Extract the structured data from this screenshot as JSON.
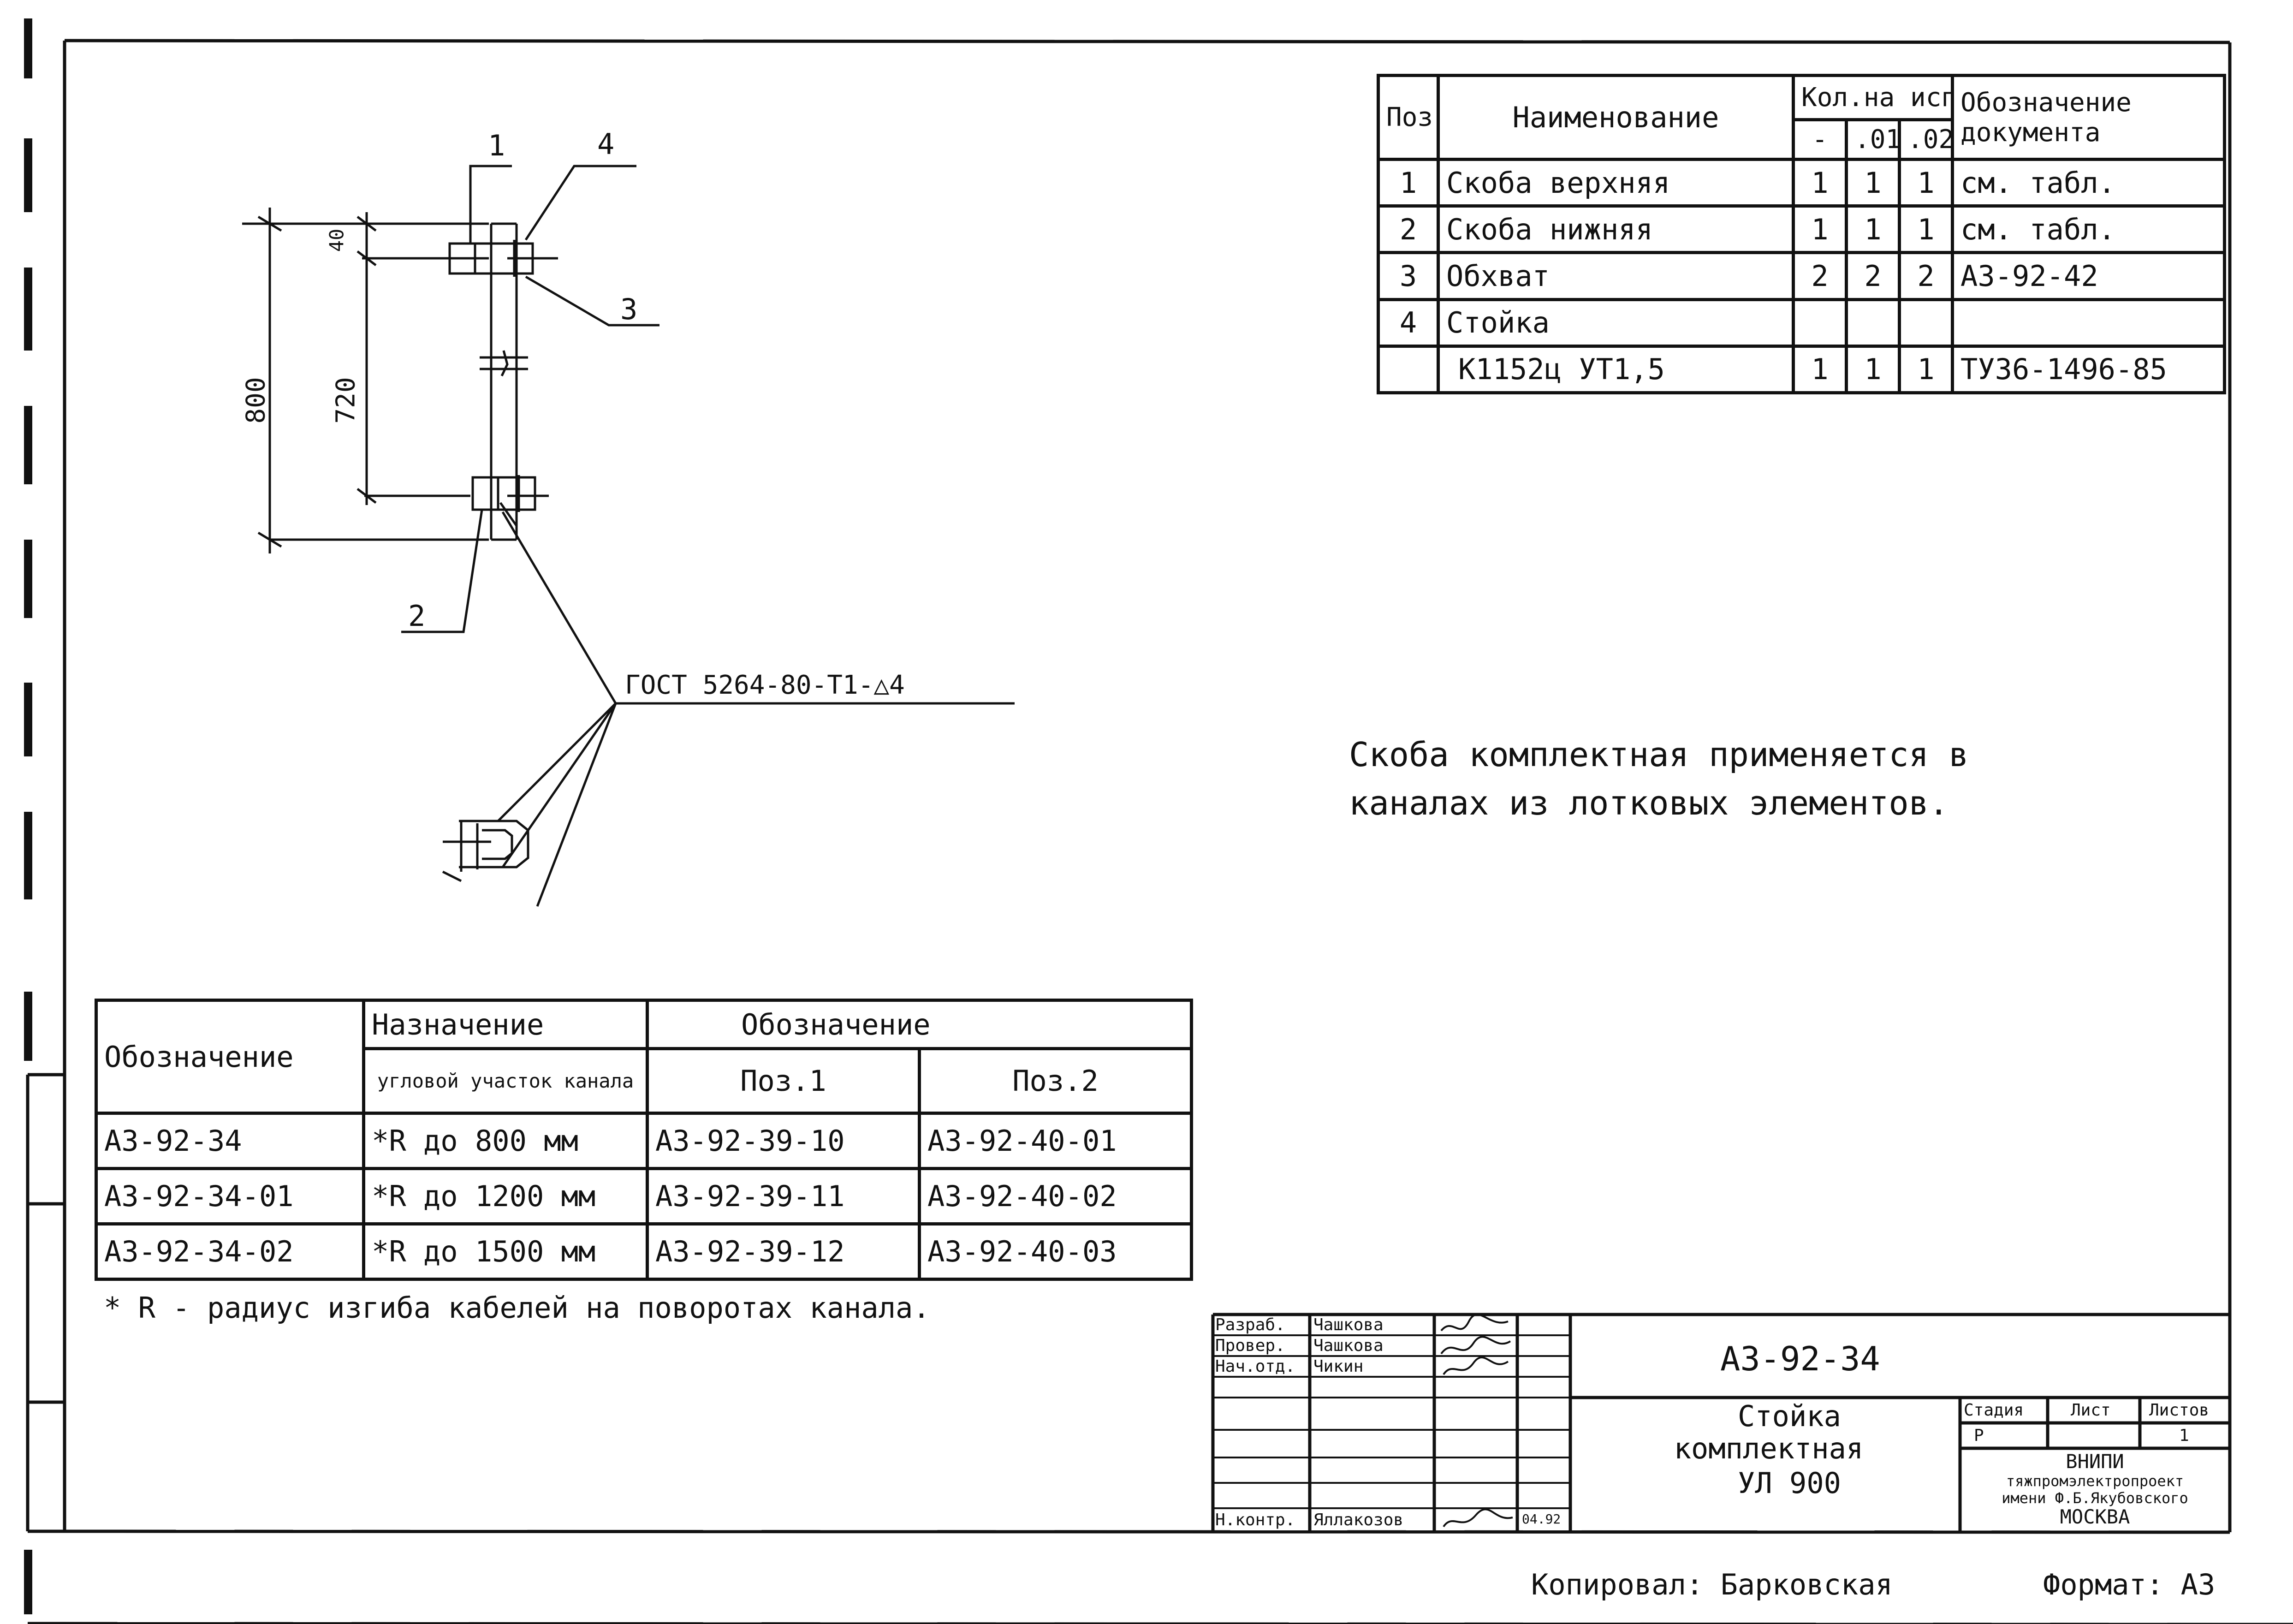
{
  "drawing": {
    "callout_1": "1",
    "callout_2": "2",
    "callout_3": "3",
    "callout_4": "4",
    "dim_40": "40",
    "dim_720": "720",
    "dim_800": "800",
    "weld_note": "ГОСТ 5264-80-Т1-△4"
  },
  "note_text_line1": "Скоба комплектная применяется в",
  "note_text_line2": "каналах из лотковых элементов.",
  "spec": {
    "headers": {
      "pos": "Поз.",
      "name": "Наименование",
      "qty": "Кол.на исп.",
      "qty_cols": [
        "-",
        ".01",
        ".02"
      ],
      "doc_line1": "Обозначение",
      "doc_line2": "документа"
    },
    "rows": [
      {
        "pos": "1",
        "name": "Скоба верхняя",
        "q1": "1",
        "q2": "1",
        "q3": "1",
        "doc": "см. табл."
      },
      {
        "pos": "2",
        "name": "Скоба нижняя",
        "q1": "1",
        "q2": "1",
        "q3": "1",
        "doc": "см. табл."
      },
      {
        "pos": "3",
        "name": "Обхват",
        "q1": "2",
        "q2": "2",
        "q3": "2",
        "doc": "А3-92-42"
      },
      {
        "pos": "4",
        "name": "Стойка",
        "q1": "",
        "q2": "",
        "q3": "",
        "doc": ""
      },
      {
        "pos": "",
        "name": "К1152ц УТ1,5",
        "q1": "1",
        "q2": "1",
        "q3": "1",
        "doc": "ТУ36-1496-85"
      }
    ]
  },
  "variants": {
    "headers": {
      "designation": "Обозначение",
      "purpose": "Назначение",
      "purpose_sub": "угловой участок канала",
      "designation2": "Обозначение",
      "pos1": "Поз.1",
      "pos2": "Поз.2"
    },
    "rows": [
      {
        "designation": "А3-92-34",
        "purpose": "*R до 800 мм",
        "pos1": "А3-92-39-10",
        "pos2": "А3-92-40-01"
      },
      {
        "designation": "А3-92-34-01",
        "purpose": "*R до 1200 мм",
        "pos1": "А3-92-39-11",
        "pos2": "А3-92-40-02"
      },
      {
        "designation": "А3-92-34-02",
        "purpose": "*R до 1500 мм",
        "pos1": "А3-92-39-12",
        "pos2": "А3-92-40-03"
      }
    ],
    "footnote": "* R - радиус изгиба кабелей на поворотах канала."
  },
  "title_block": {
    "sign_rows": [
      {
        "role": "Разраб.",
        "name": "Чашкова"
      },
      {
        "role": "Провер.",
        "name": "Чашкова"
      },
      {
        "role": "Нач.отд.",
        "name": "Чикин"
      },
      {
        "role": "Н.контр.",
        "name": "Яллакозов"
      }
    ],
    "date": "04.92",
    "doc_number": "А3-92-34",
    "title_line1": "Стойка",
    "title_line2": "комплектная",
    "title_line3": "УЛ 900",
    "stage_label": "Стадия",
    "sheet_label": "Лист",
    "sheets_label": "Листов",
    "stage_value": "Р",
    "sheets_value": "1",
    "org_line1": "ВНИПИ",
    "org_line2": "тяжпромэлектропроект",
    "org_line3": "имени Ф.Б.Якубовского",
    "org_line4": "МОСКВА"
  },
  "copied_by": "Копировал: Барковская",
  "format": "Формат: А3"
}
